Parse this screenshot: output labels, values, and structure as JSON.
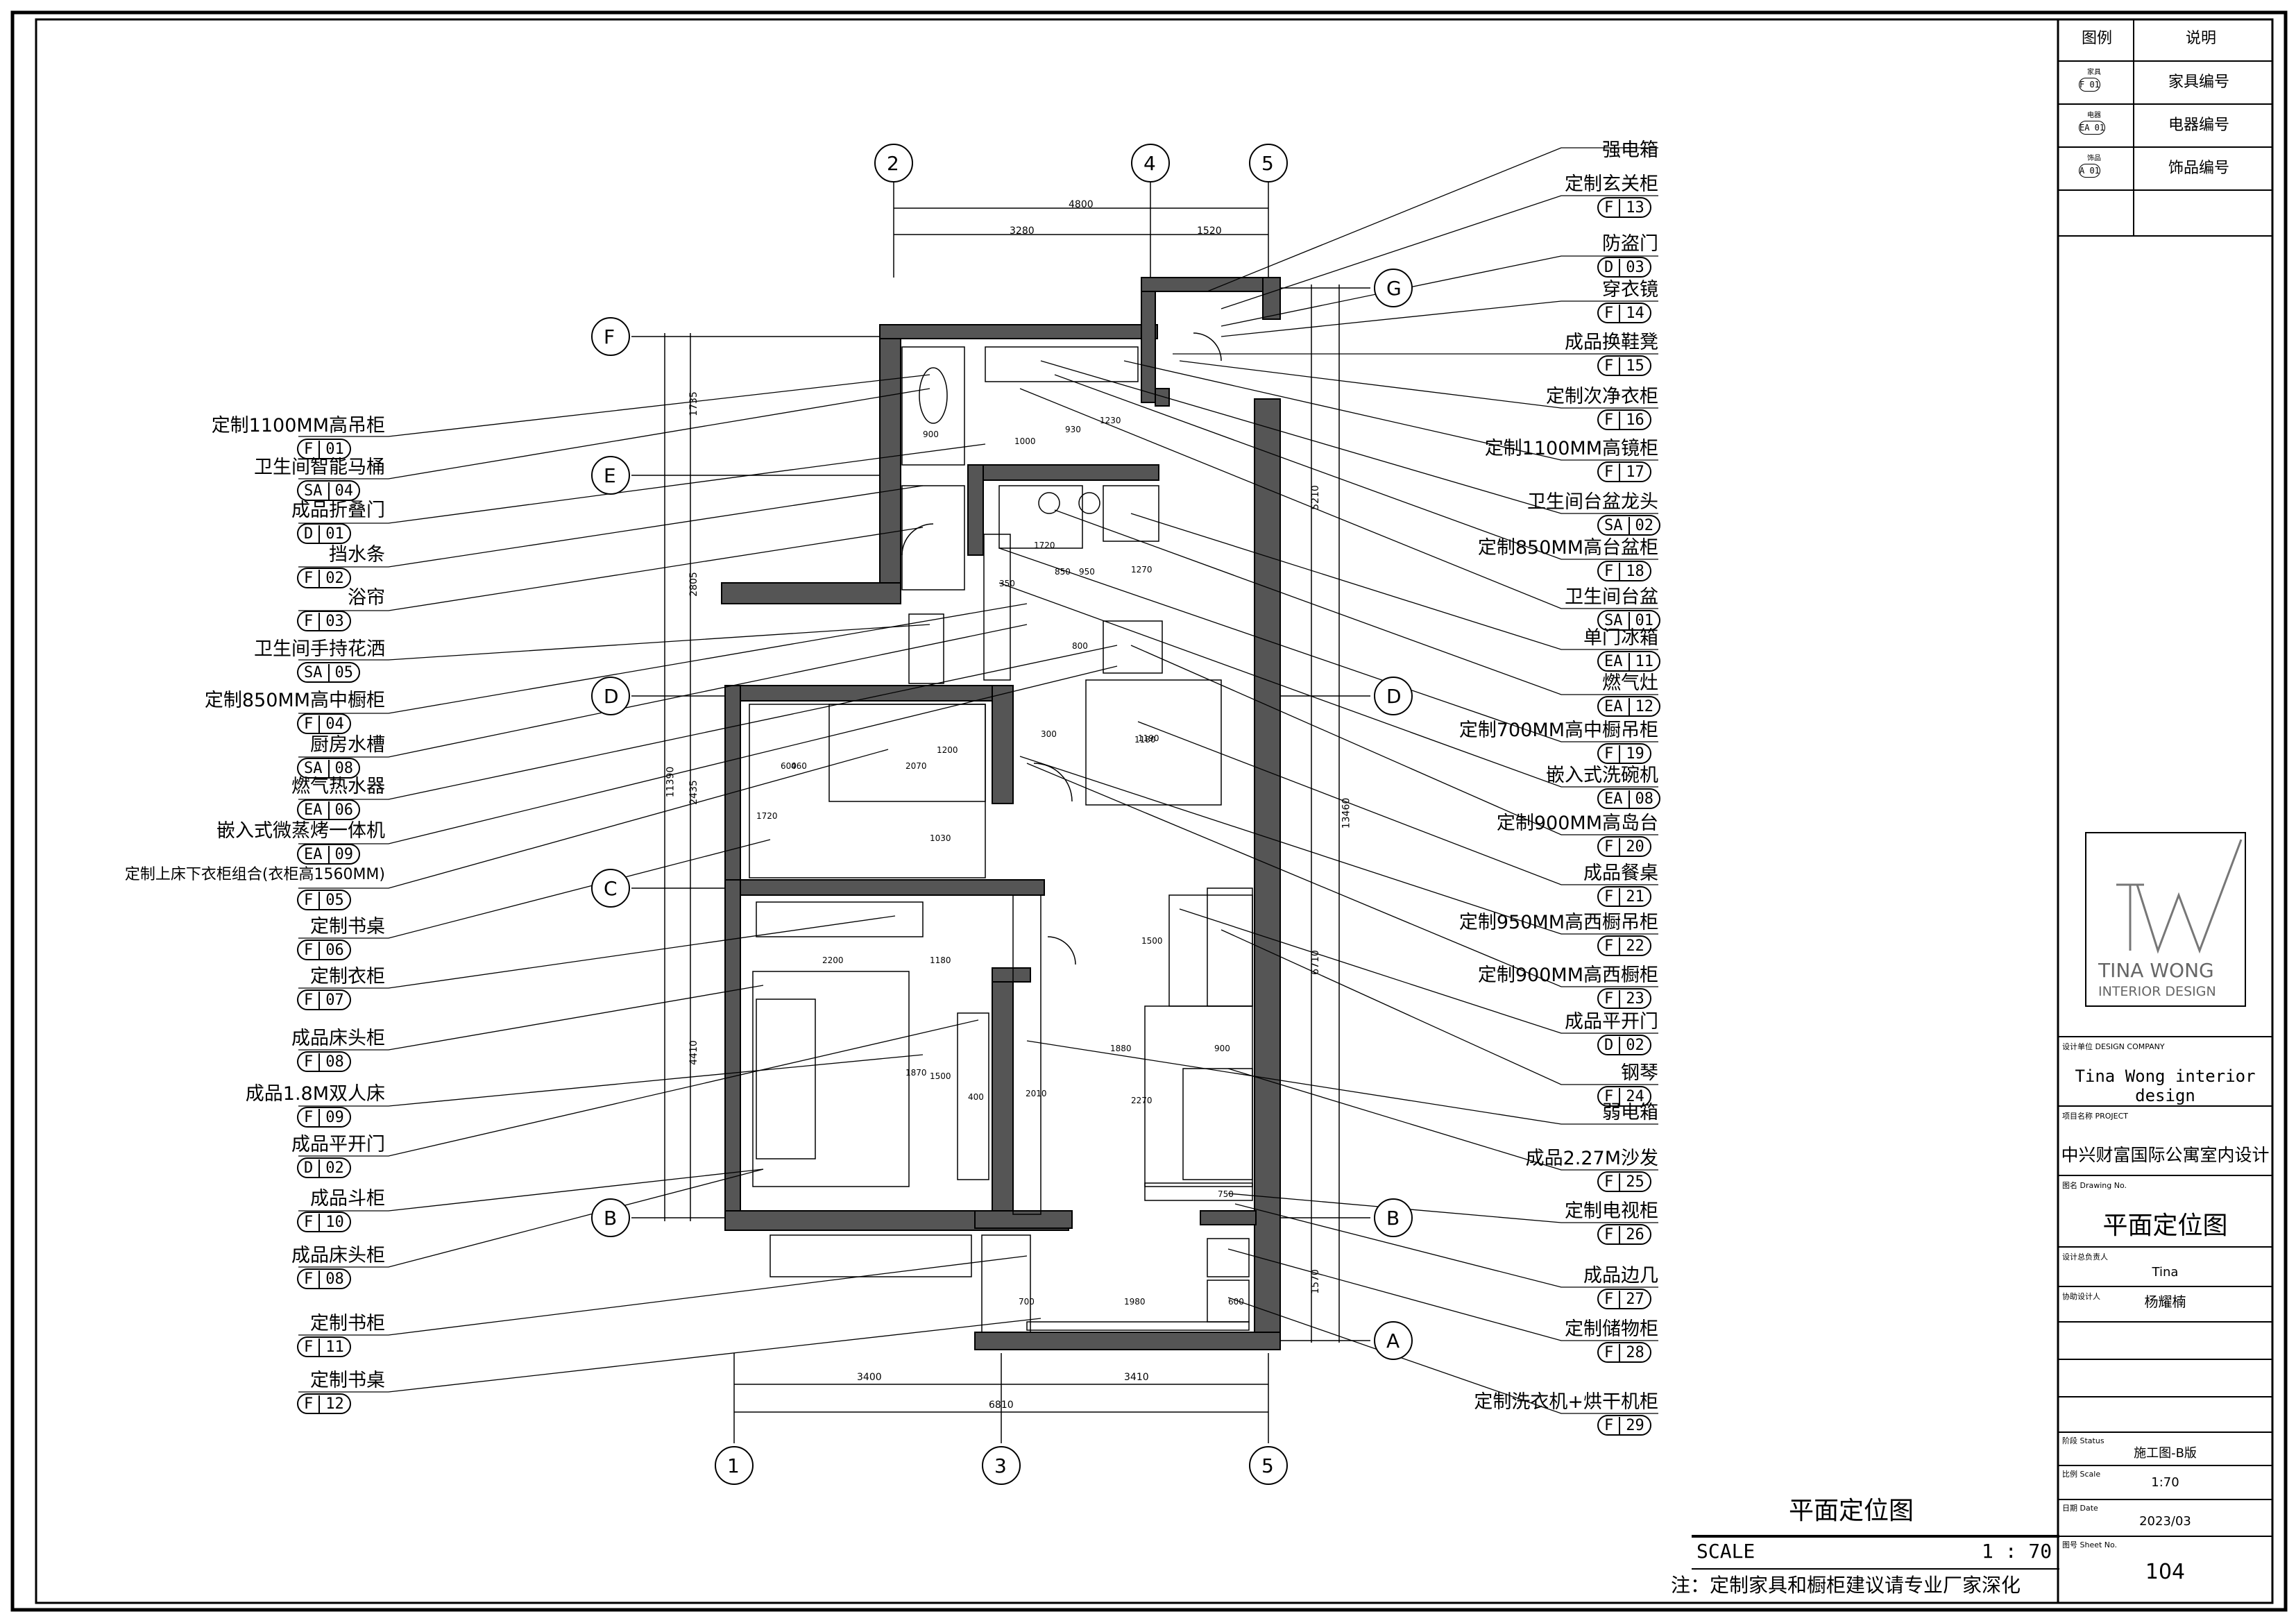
{
  "legend": {
    "header_symbol": "图例",
    "header_desc": "说明",
    "rows": [
      {
        "sym_top": "家具",
        "sym_code": "F 01",
        "desc": "家具编号"
      },
      {
        "sym_top": "电器",
        "sym_code": "EA 01",
        "desc": "电器编号"
      },
      {
        "sym_top": "饰品",
        "sym_code": "A 01",
        "desc": "饰品编号"
      }
    ]
  },
  "logo": {
    "mark": "TW",
    "line1": "TINA WONG",
    "line2": "INTERIOR DESIGN"
  },
  "title_block": {
    "company_key": "设计单位 DESIGN COMPANY",
    "company": "Tina Wong interior design",
    "project_key": "项目名称 PROJECT",
    "project": "中兴财富国际公寓室内设计",
    "drawing_key": "图名 Drawing No.",
    "drawing": "平面定位图",
    "designer_key": "设计总负责人",
    "designer": "Tina",
    "assistant_key": "协助设计人",
    "assistant": "杨耀楠",
    "status_key": "阶段 Status",
    "status": "施工图-B版",
    "scale_key": "比例 Scale",
    "scale": "1:70",
    "date_key": "日期 Date",
    "date": "2023/03",
    "sheet_key": "图号 Sheet No.",
    "sheet": "104"
  },
  "bottom": {
    "title": "平面定位图",
    "scale_label": "SCALE",
    "scale_value": "1 : 70",
    "note": "注：定制家具和橱柜建议请专业厂家深化"
  },
  "grid_axes": {
    "top": [
      "2",
      "4",
      "5"
    ],
    "bottom": [
      "1",
      "3",
      "5"
    ],
    "left": [
      "F",
      "E",
      "D",
      "C",
      "B"
    ],
    "right": [
      "G",
      "D",
      "B",
      "A"
    ]
  },
  "dimensions": {
    "top_total": "4800",
    "top_a": "3280",
    "top_b": "1520",
    "bottom_a": "3400",
    "bottom_b": "3410",
    "bottom_total": "6810",
    "left_total": "11390",
    "left_a": "1735",
    "left_b": "2805",
    "left_c": "2435",
    "left_d": "4410",
    "right_total": "13460",
    "right_a": "5210",
    "right_b": "6710",
    "right_c": "1570",
    "inner": [
      "900",
      "1000",
      "930",
      "1230",
      "950",
      "1720",
      "1270",
      "850",
      "1190",
      "800",
      "2070",
      "1200",
      "600",
      "460",
      "1720",
      "1180",
      "1030",
      "1500",
      "2200",
      "1180",
      "1880",
      "900",
      "2270",
      "2010",
      "1870",
      "1500",
      "400",
      "1980",
      "700",
      "750",
      "600",
      "350",
      "300"
    ]
  },
  "left_labels": [
    {
      "text": "定制1100MM高吊柜",
      "c1": "F",
      "c2": "01"
    },
    {
      "text": "卫生间智能马桶",
      "c1": "SA",
      "c2": "04"
    },
    {
      "text": "成品折叠门",
      "c1": "D",
      "c2": "01"
    },
    {
      "text": "挡水条",
      "c1": "F",
      "c2": "02"
    },
    {
      "text": "浴帘",
      "c1": "F",
      "c2": "03"
    },
    {
      "text": "卫生间手持花洒",
      "c1": "SA",
      "c2": "05"
    },
    {
      "text": "定制850MM高中橱柜",
      "c1": "F",
      "c2": "04"
    },
    {
      "text": "厨房水槽",
      "c1": "SA",
      "c2": "08"
    },
    {
      "text": "燃气热水器",
      "c1": "EA",
      "c2": "06"
    },
    {
      "text": "嵌入式微蒸烤一体机",
      "c1": "EA",
      "c2": "09"
    },
    {
      "text": "定制上床下衣柜组合(衣柜高1560MM)",
      "c1": "F",
      "c2": "05"
    },
    {
      "text": "定制书桌",
      "c1": "F",
      "c2": "06"
    },
    {
      "text": "定制衣柜",
      "c1": "F",
      "c2": "07"
    },
    {
      "text": "成品床头柜",
      "c1": "F",
      "c2": "08"
    },
    {
      "text": "成品1.8M双人床",
      "c1": "F",
      "c2": "09"
    },
    {
      "text": "成品平开门",
      "c1": "D",
      "c2": "02"
    },
    {
      "text": "成品斗柜",
      "c1": "F",
      "c2": "10"
    },
    {
      "text": "成品床头柜",
      "c1": "F",
      "c2": "08"
    },
    {
      "text": "定制书柜",
      "c1": "F",
      "c2": "11"
    },
    {
      "text": "定制书桌",
      "c1": "F",
      "c2": "12"
    }
  ],
  "right_labels": [
    {
      "text": "强电箱",
      "c1": "",
      "c2": ""
    },
    {
      "text": "定制玄关柜",
      "c1": "F",
      "c2": "13"
    },
    {
      "text": "防盗门",
      "c1": "D",
      "c2": "03"
    },
    {
      "text": "穿衣镜",
      "c1": "F",
      "c2": "14"
    },
    {
      "text": "成品换鞋凳",
      "c1": "F",
      "c2": "15"
    },
    {
      "text": "定制次净衣柜",
      "c1": "F",
      "c2": "16"
    },
    {
      "text": "定制1100MM高镜柜",
      "c1": "F",
      "c2": "17"
    },
    {
      "text": "卫生间台盆龙头",
      "c1": "SA",
      "c2": "02"
    },
    {
      "text": "定制850MM高台盆柜",
      "c1": "F",
      "c2": "18"
    },
    {
      "text": "卫生间台盆",
      "c1": "SA",
      "c2": "01"
    },
    {
      "text": "单门冰箱",
      "c1": "EA",
      "c2": "11"
    },
    {
      "text": "燃气灶",
      "c1": "EA",
      "c2": "12"
    },
    {
      "text": "定制700MM高中橱吊柜",
      "c1": "F",
      "c2": "19"
    },
    {
      "text": "嵌入式洗碗机",
      "c1": "EA",
      "c2": "08"
    },
    {
      "text": "定制900MM高岛台",
      "c1": "F",
      "c2": "20"
    },
    {
      "text": "成品餐桌",
      "c1": "F",
      "c2": "21"
    },
    {
      "text": "定制950MM高西橱吊柜",
      "c1": "F",
      "c2": "22"
    },
    {
      "text": "定制900MM高西橱柜",
      "c1": "F",
      "c2": "23"
    },
    {
      "text": "成品平开门",
      "c1": "D",
      "c2": "02"
    },
    {
      "text": "钢琴",
      "c1": "F",
      "c2": "24"
    },
    {
      "text": "弱电箱",
      "c1": "",
      "c2": ""
    },
    {
      "text": "成品2.27M沙发",
      "c1": "F",
      "c2": "25"
    },
    {
      "text": "定制电视柜",
      "c1": "F",
      "c2": "26"
    },
    {
      "text": "成品边几",
      "c1": "F",
      "c2": "27"
    },
    {
      "text": "定制储物柜",
      "c1": "F",
      "c2": "28"
    },
    {
      "text": "定制洗衣机+烘干机柜",
      "c1": "F",
      "c2": "29"
    }
  ]
}
